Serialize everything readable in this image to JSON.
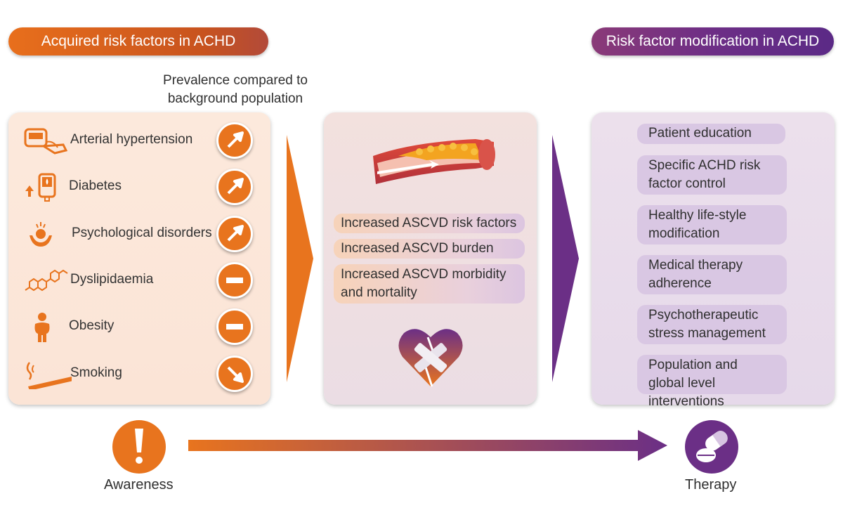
{
  "headers": {
    "left": "Acquired risk factors in ACHD",
    "right": "Risk factor modification in ACHD"
  },
  "prevalence": {
    "line1": "Prevalence compared to",
    "line2": "background population"
  },
  "risk_factors": [
    {
      "label": "Arterial hypertension",
      "icon": "blood-pressure-monitor-icon",
      "trend": "up"
    },
    {
      "label": "Diabetes",
      "icon": "glucose-meter-icon",
      "trend": "up"
    },
    {
      "label": "Psychological disorders",
      "icon": "stressed-person-icon",
      "trend": "up"
    },
    {
      "label": "Dyslipidaemia",
      "icon": "molecule-icon",
      "trend": "equal"
    },
    {
      "label": "Obesity",
      "icon": "obese-person-icon",
      "trend": "equal"
    },
    {
      "label": "Smoking",
      "icon": "cigarette-icon",
      "trend": "down"
    }
  ],
  "consequences": [
    "Increased ASCVD risk factors",
    "Increased ASCVD burden",
    "Increased ASCVD morbidity and mortality"
  ],
  "interventions": [
    "Patient education",
    "Specific ACHD risk factor control",
    "Healthy life-style modification",
    "Medical therapy adherence",
    "Psychotherapeutic stress management",
    "Population and global level interventions"
  ],
  "bottom": {
    "left_label": "Awareness",
    "right_label": "Therapy"
  },
  "colors": {
    "orange": "#e8741e",
    "purple": "#6b2f86"
  }
}
